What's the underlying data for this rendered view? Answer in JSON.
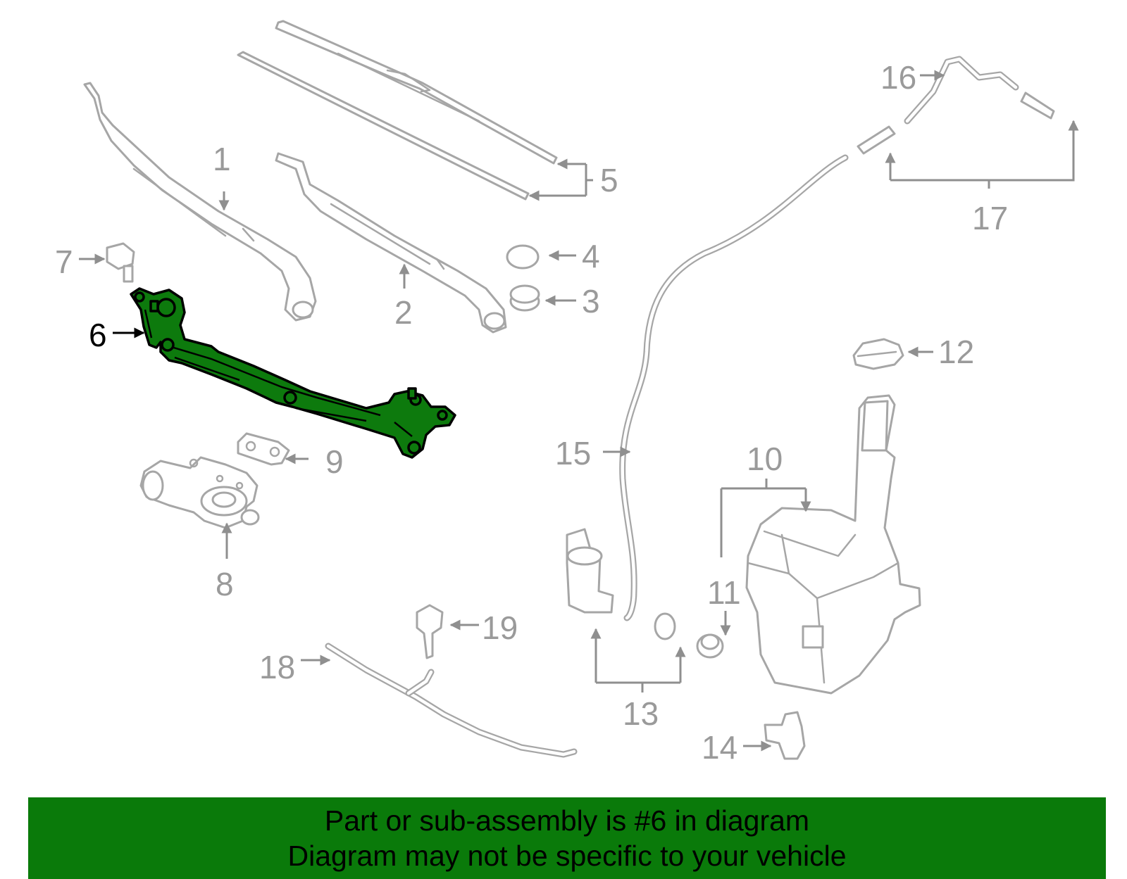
{
  "diagram": {
    "highlighted_part": "6",
    "callouts": {
      "c1": "1",
      "c2": "2",
      "c3": "3",
      "c4": "4",
      "c5": "5",
      "c6": "6",
      "c7": "7",
      "c8": "8",
      "c9": "9",
      "c10": "10",
      "c11": "11",
      "c12": "12",
      "c13": "13",
      "c14": "14",
      "c15": "15",
      "c16": "16",
      "c17": "17",
      "c18": "18",
      "c19": "19"
    },
    "highlight_color": "#0d7a0d",
    "line_color": "#a6a6a6"
  },
  "banner": {
    "line1": "Part or sub-assembly is #6 in diagram",
    "line2": "Diagram may not be specific to your vehicle",
    "background": "#0a7a0a"
  }
}
